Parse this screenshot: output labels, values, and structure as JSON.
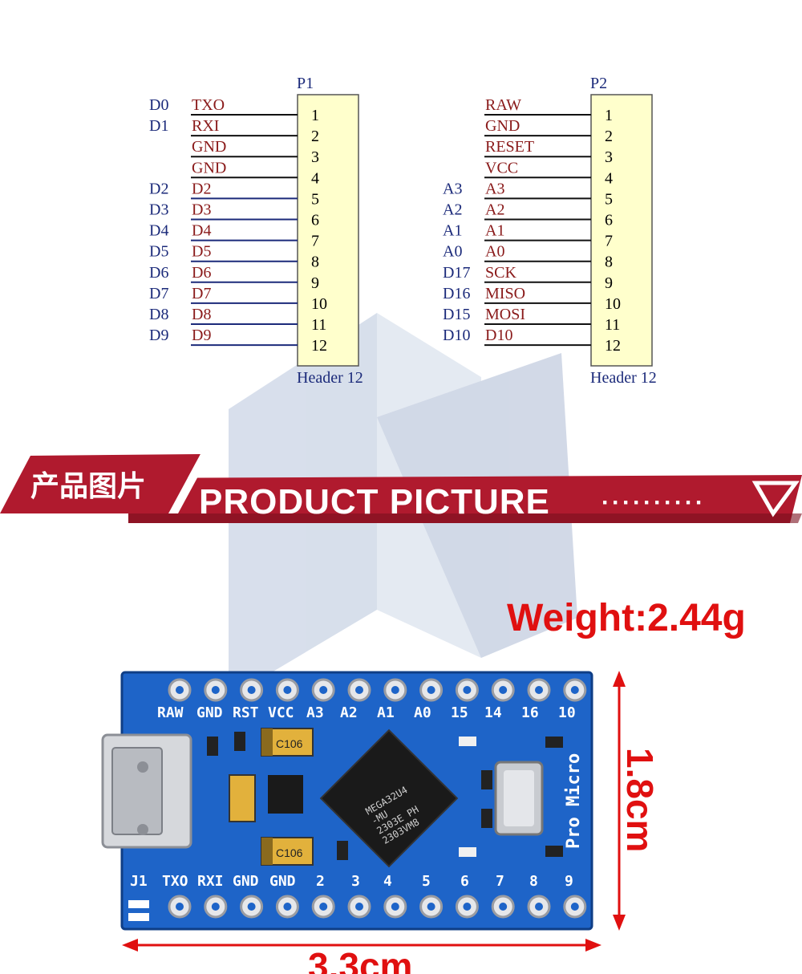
{
  "schematic": {
    "p1": {
      "designator": "P1",
      "footer": "Header 12",
      "pins": [
        {
          "num": "1",
          "signal": "TXO",
          "label": "D0"
        },
        {
          "num": "2",
          "signal": "RXI",
          "label": "D1"
        },
        {
          "num": "3",
          "signal": "GND",
          "label": ""
        },
        {
          "num": "4",
          "signal": "GND",
          "label": ""
        },
        {
          "num": "5",
          "signal": "D2",
          "label": "D2"
        },
        {
          "num": "6",
          "signal": "D3",
          "label": "D3"
        },
        {
          "num": "7",
          "signal": "D4",
          "label": "D4"
        },
        {
          "num": "8",
          "signal": "D5",
          "label": "D5"
        },
        {
          "num": "9",
          "signal": "D6",
          "label": "D6"
        },
        {
          "num": "10",
          "signal": "D7",
          "label": "D7"
        },
        {
          "num": "11",
          "signal": "D8",
          "label": "D8"
        },
        {
          "num": "12",
          "signal": "D9",
          "label": "D9"
        }
      ]
    },
    "p2": {
      "designator": "P2",
      "footer": "Header 12",
      "pins": [
        {
          "num": "1",
          "signal": "RAW",
          "label": ""
        },
        {
          "num": "2",
          "signal": "GND",
          "label": ""
        },
        {
          "num": "3",
          "signal": "RESET",
          "label": ""
        },
        {
          "num": "4",
          "signal": "VCC",
          "label": ""
        },
        {
          "num": "5",
          "signal": "A3",
          "label": "A3"
        },
        {
          "num": "6",
          "signal": "A2",
          "label": "A2"
        },
        {
          "num": "7",
          "signal": "A1",
          "label": "A1"
        },
        {
          "num": "8",
          "signal": "A0",
          "label": "A0"
        },
        {
          "num": "9",
          "signal": "SCK",
          "label": "D17"
        },
        {
          "num": "10",
          "signal": "MISO",
          "label": "D16"
        },
        {
          "num": "11",
          "signal": "MOSI",
          "label": "D15"
        },
        {
          "num": "12",
          "signal": "D10",
          "label": "D10"
        }
      ]
    }
  },
  "banner": {
    "chinese_title": "产品图片",
    "english_title": "PRODUCT PICTURE",
    "dots": "··········"
  },
  "product": {
    "weight": "Weight:2.44g",
    "height_dim": "1.8cm",
    "width_dim": "3.3cm",
    "board_top_labels": [
      "RAW",
      "GND",
      "RST",
      "VCC",
      "A3",
      "A2",
      "A1",
      "A0",
      "15",
      "14",
      "16",
      "10"
    ],
    "board_bottom_labels": [
      "J1",
      "TXO",
      "RXI",
      "GND",
      "GND",
      "2",
      "3",
      "4",
      "5",
      "6",
      "7",
      "8",
      "9"
    ],
    "chip_text": [
      "MEGA32U4",
      "-MU",
      "2303E  PH",
      "2303VM8"
    ],
    "capacitor_label": "C106",
    "side_text": "Pro Micro"
  },
  "colors": {
    "banner_red": "#b01a2e",
    "board_blue": "#1e64c8",
    "dimension_red": "#e01010",
    "header_fill": "#ffffcc"
  }
}
